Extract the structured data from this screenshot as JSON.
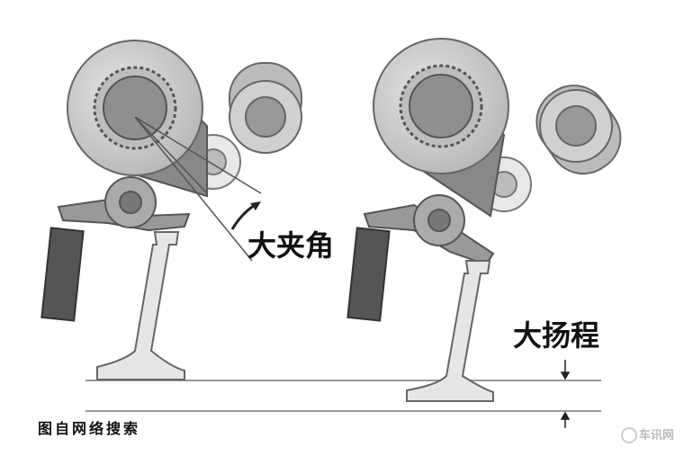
{
  "labels": {
    "large_angle": "大夹角",
    "large_lift": "大扬程",
    "source_note": "图自网络搜索"
  },
  "watermark": {
    "text": "车讯网"
  },
  "colors": {
    "cam_outer": "#c8c8c8",
    "cam_inner": "#8c8c8c",
    "adjuster": "#555555",
    "lines": "#888888"
  }
}
